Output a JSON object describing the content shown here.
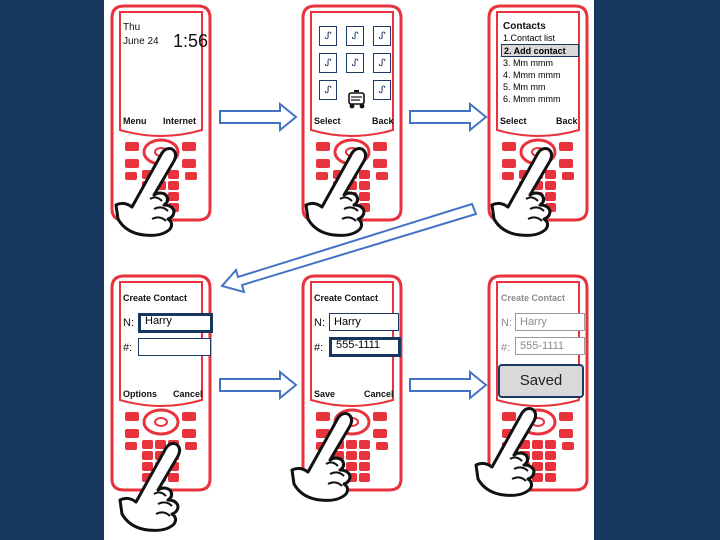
{
  "phones": [
    {
      "id": "home",
      "day": "Thu",
      "date": "June 24",
      "time": "1:56",
      "left_soft": "Menu",
      "right_soft": "Internet"
    },
    {
      "id": "menu",
      "left_soft": "Select",
      "right_soft": "Back",
      "icon_glyph": "ᔑ"
    },
    {
      "id": "contacts",
      "title": "Contacts",
      "items": [
        "1.Contact list",
        "2. Add contact",
        "3. Mm mmm",
        "4. Mmm mmm",
        "5. Mm mm",
        "6. Mmm mmm"
      ],
      "selected_index": 1,
      "left_soft": "Select",
      "right_soft": "Back"
    },
    {
      "id": "create-name",
      "title": "Create Contact",
      "name_label": "N:",
      "name_value": "Harry",
      "number_label": "#:",
      "number_value": "",
      "left_soft": "Options",
      "right_soft": "Cancel"
    },
    {
      "id": "create-number",
      "title": "Create Contact",
      "name_label": "N:",
      "name_value": "Harry",
      "number_label": "#:",
      "number_value": "555-1111",
      "left_soft": "Save",
      "right_soft": "Cancel"
    },
    {
      "id": "saved",
      "title": "Create Contact",
      "name_label": "N:",
      "name_value": "Harry",
      "number_label": "#:",
      "number_value": "555-1111",
      "saved_label": "Saved"
    }
  ],
  "colors": {
    "background": "#17375e",
    "phone_red": "#e8323c",
    "outline": "#1f3864",
    "arrow": "#4472c4"
  }
}
